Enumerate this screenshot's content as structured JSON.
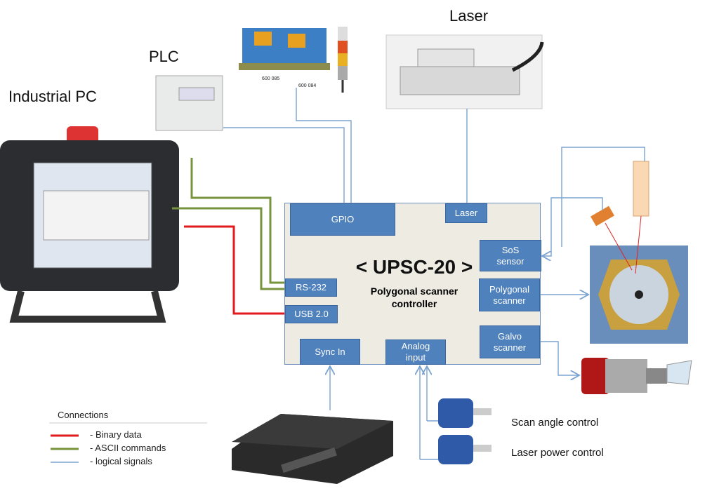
{
  "labels": {
    "industrial_pc": "Industrial PC",
    "plc": "PLC",
    "laser": "Laser"
  },
  "controller": {
    "title": "< UPSC-20 >",
    "subtitle": "Polygonal scanner\ncontroller"
  },
  "modules": {
    "gpio": "GPIO",
    "laser": "Laser",
    "sos": "SoS\nsensor",
    "polygonal": "Polygonal\nscanner",
    "galvo": "Galvo\nscanner",
    "rs232": "RS-232",
    "usb": "USB 2.0",
    "sync_in": "Sync In",
    "analog": "Analog\ninput"
  },
  "side_labels": {
    "scan_angle": "Scan angle control",
    "laser_power": "Laser power control"
  },
  "legend": {
    "title": "Connections",
    "items": [
      {
        "label": "- Binary data",
        "color": "#e31a1c"
      },
      {
        "label": "- ASCII commands",
        "color": "#77933c"
      },
      {
        "label": "- logical signals",
        "color": "#7ba3d0"
      }
    ]
  },
  "device_text": {
    "relay1": "600 085",
    "relay2": "600 084"
  },
  "colors": {
    "module": "#4f81bd",
    "controller_bg": "#eeebe2",
    "binary": "#e31a1c",
    "ascii": "#77933c",
    "logical": "#7ba3d0"
  }
}
